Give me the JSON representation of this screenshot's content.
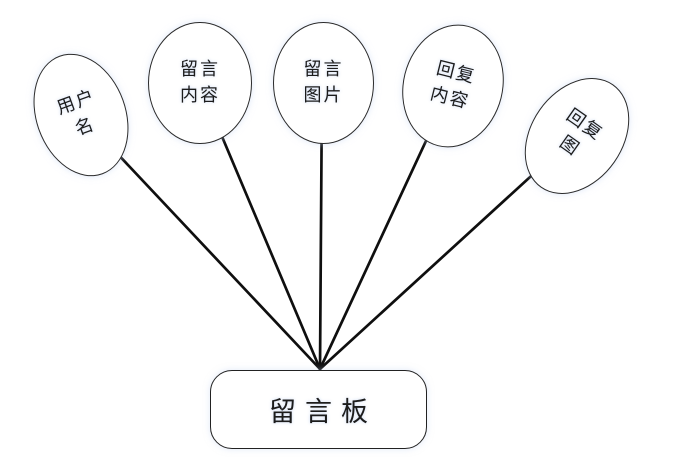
{
  "diagram": {
    "entity": {
      "label": "留言板"
    },
    "attributes": [
      {
        "name": "username",
        "line1": "用户",
        "line2": "名"
      },
      {
        "name": "message-content",
        "line1": "留言",
        "line2": "内容"
      },
      {
        "name": "message-image",
        "line1": "留言",
        "line2": "图片"
      },
      {
        "name": "reply-content",
        "line1": "回复",
        "line2": "内容"
      },
      {
        "name": "reply-image",
        "line1": "回复",
        "line2": "图"
      }
    ],
    "colors": {
      "connector_line": "#0f0f0f",
      "shape_border": "#2b2b2b",
      "text": "#1c1c1c",
      "background": "#ffffff"
    }
  }
}
